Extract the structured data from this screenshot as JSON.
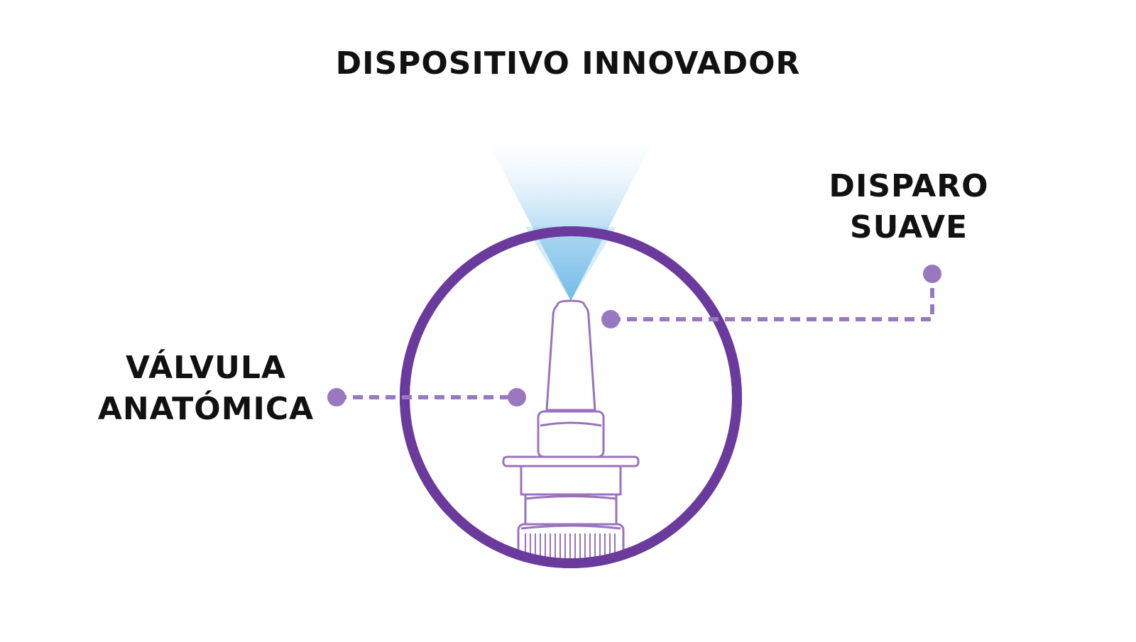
{
  "title": "DISPOSITIVO INNOVADOR",
  "labels": {
    "right": {
      "line1": "DISPARO",
      "line2": "SUAVE"
    },
    "left": {
      "line1": "VÁLVULA",
      "line2": "ANATÓMICA"
    }
  },
  "colors": {
    "ring": "#6a3b9c",
    "bottle_outline": "#9a72be",
    "connector": "#9a78c0",
    "spray_top": "#ffffff",
    "spray_bottom": "#63b8e6",
    "text": "#111111"
  },
  "icons": [
    "nasal-spray-bottle-icon",
    "spray-mist-icon"
  ]
}
